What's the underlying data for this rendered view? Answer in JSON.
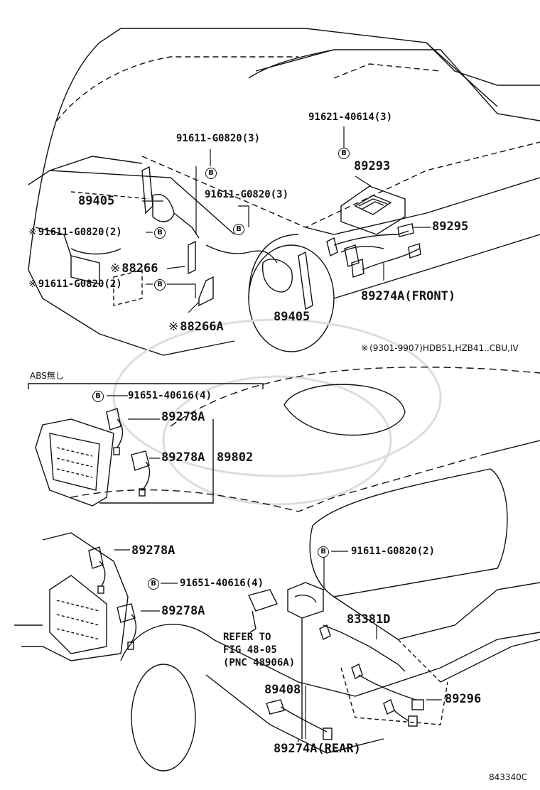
{
  "labels": {
    "b_91621": "91621-40614(3)",
    "p_89293": "89293",
    "b_91611_a": "91611-G0820(3)",
    "b_91611_b": "91611-G0820(3)",
    "p_89405_left": "89405",
    "b_91611_c": "91611-G0820(2)",
    "p_88266": "88266",
    "b_91611_d": "91611-G0820(2)",
    "p_88266a": "88266A",
    "p_89405_mid": "89405",
    "p_89295": "89295",
    "p_89274a_front": "89274A(FRONT)",
    "note": "(9301-9907)HDB51,HZB41..CBU,IV",
    "abs_box": "ABS無し",
    "b_91651_a": "91651-40616(4)",
    "p_89278a_1": "89278A",
    "p_89278a_2": "89278A",
    "p_89802": "89802",
    "b_91611_e": "91611-G0820(2)",
    "p_89278a_3": "89278A",
    "b_91651_b": "91651-40616(4)",
    "p_89278a_4": "89278A",
    "p_83381d": "83381D",
    "refer_1": "REFER TO",
    "refer_2": "FIG 48-05",
    "refer_3": "(PNC 48906A)",
    "p_89408": "89408",
    "p_89296": "89296",
    "p_89274a_rear": "89274A(REAR)",
    "fig_id": "843340C",
    "bolt_letter": "B"
  }
}
